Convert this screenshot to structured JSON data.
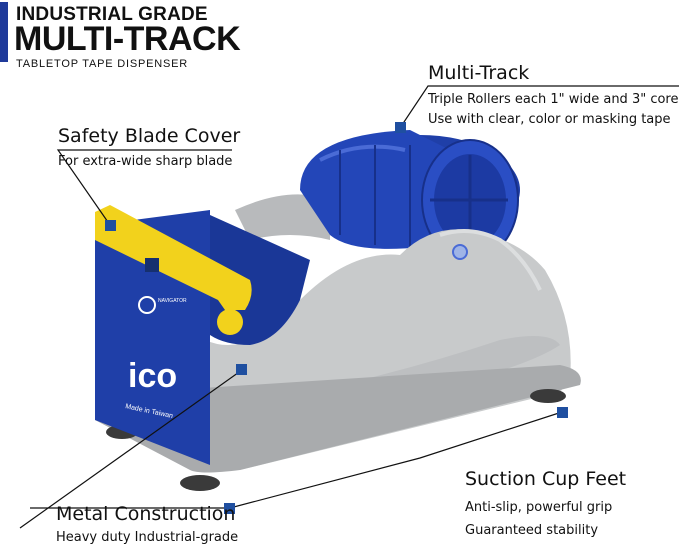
{
  "header": {
    "line1": "INDUSTRIAL GRADE",
    "line2": "MULTI-TRACK",
    "line3": "TABLETOP TAPE DISPENSER"
  },
  "callouts": {
    "multi_track": {
      "title": "Multi-Track",
      "line1": "Triple Rollers each 1\" wide and 3\" core",
      "line2": "Use with clear, color or masking tape"
    },
    "blade_cover": {
      "title": "Safety Blade Cover",
      "line1": "For extra-wide sharp blade"
    },
    "suction": {
      "title": "Suction Cup Feet",
      "line1": "Anti-slip, powerful grip",
      "line2": "Guaranteed stability"
    },
    "metal": {
      "title": "Metal Construction",
      "line1": "Heavy duty Industrial-grade"
    }
  },
  "product": {
    "logo_text": "ico",
    "small_text": "Made in Taiwan",
    "brand_badge": "NAVIGATOR"
  },
  "colors": {
    "body_blue": "#1f3fa8",
    "roller_blue": "#2346b8",
    "housing_gray": "#c8cacb",
    "blade_yellow": "#f2d21c",
    "marker_blue": "#1f4fa0"
  }
}
